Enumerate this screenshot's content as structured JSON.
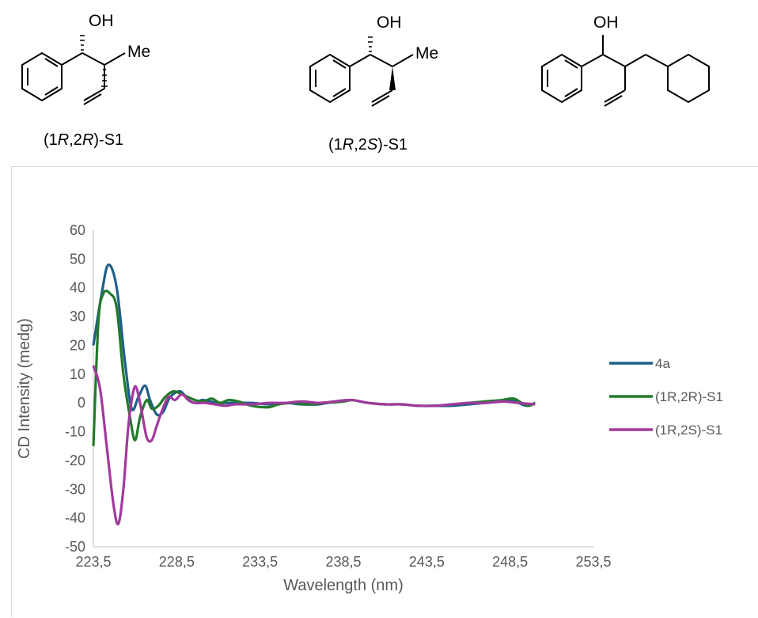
{
  "structures": [
    {
      "label_parts": [
        "(1",
        "R",
        ",2",
        "R",
        ")-S1"
      ],
      "oh": "OH",
      "me": "Me"
    },
    {
      "label_parts": [
        "(1",
        "R",
        ",2",
        "S",
        ")-S1"
      ],
      "oh": "OH",
      "me": "Me"
    },
    {
      "oh": "OH"
    }
  ],
  "chart_data": {
    "type": "line",
    "title": "",
    "xlabel": "Wavelength (nm)",
    "ylabel": "CD Intensity (medg)",
    "xlim": [
      223.5,
      253.5
    ],
    "ylim": [
      -50,
      60
    ],
    "xticks": [
      "223,5",
      "228,5",
      "233,5",
      "238,5",
      "243,5",
      "248,5",
      "253,5"
    ],
    "yticks": [
      "60",
      "50",
      "40",
      "30",
      "20",
      "10",
      "0",
      "-10",
      "-20",
      "-30",
      "-40",
      "-50"
    ],
    "grid": false,
    "legend": "right",
    "series": [
      {
        "name": "4a",
        "color": "#1f5f8b",
        "x": [
          223.5,
          224.0,
          224.4,
          224.9,
          225.4,
          225.8,
          226.2,
          226.6,
          226.9,
          227.3,
          227.7,
          228.1,
          228.7,
          229.2,
          229.6,
          230.0,
          230.5,
          231.0,
          231.5,
          232.0,
          233.0,
          234.0,
          235.0,
          236.0,
          237.0,
          238.0,
          239.0,
          240.0,
          241.0,
          242.0,
          243.0,
          244.0,
          245.0,
          246.0,
          247.0,
          248.0,
          248.5,
          249.0,
          249.5,
          250.0
        ],
        "y": [
          20,
          38,
          48,
          40,
          14,
          -2,
          2,
          6,
          1,
          -4,
          -3,
          2,
          4,
          1,
          0,
          1,
          0.5,
          0,
          0,
          0,
          0,
          -0.5,
          0,
          -0.5,
          -0.5,
          0.5,
          1,
          0,
          -0.5,
          -0.5,
          -1,
          -1,
          -1,
          -0.5,
          0,
          0.5,
          1,
          0,
          -1,
          0
        ]
      },
      {
        "name": "(1R,2R)-S1",
        "color": "#237a2b",
        "x": [
          223.5,
          223.8,
          224.1,
          224.5,
          224.9,
          225.3,
          225.7,
          226.0,
          226.3,
          226.7,
          227.0,
          227.4,
          227.8,
          228.3,
          228.8,
          229.2,
          229.6,
          230.1,
          230.6,
          231.1,
          231.6,
          232.2,
          233.0,
          234.0,
          234.6,
          235.5,
          236.5,
          237.5,
          238.5,
          239.0,
          239.5,
          240.0,
          241.0,
          242.0,
          243.0,
          244.0,
          245.0,
          246.0,
          247.0,
          248.0,
          248.7,
          249.2,
          249.6,
          250.0
        ],
        "y": [
          -15,
          28,
          38,
          38,
          33,
          10,
          -5,
          -13,
          -5,
          1,
          -2,
          -1,
          2,
          4,
          3,
          2,
          1,
          0.5,
          1.5,
          0,
          1,
          0.5,
          -1,
          -1.5,
          -0.5,
          0,
          -0.5,
          0,
          0.5,
          1,
          0.5,
          0,
          -0.5,
          -0.5,
          -1,
          -1,
          -0.5,
          0,
          0.5,
          1,
          1.5,
          0,
          -1,
          0
        ]
      },
      {
        "name": "(1R,2S)-S1",
        "color": "#a2399d",
        "x": [
          223.5,
          223.9,
          224.3,
          224.7,
          225.0,
          225.3,
          225.6,
          225.9,
          226.1,
          226.4,
          226.7,
          227.0,
          227.3,
          227.6,
          228.0,
          228.4,
          228.8,
          229.2,
          229.6,
          230.2,
          230.8,
          231.4,
          232.0,
          233.0,
          234.0,
          235.0,
          236.0,
          237.0,
          238.0,
          239.0,
          240.0,
          241.0,
          242.0,
          243.0,
          244.0,
          245.0,
          246.0,
          247.0,
          248.0,
          249.0,
          250.0
        ],
        "y": [
          13,
          5,
          -15,
          -35,
          -42,
          -30,
          -8,
          4,
          5,
          -3,
          -12,
          -13,
          -8,
          -3,
          2,
          1,
          3,
          1,
          0,
          0,
          -0.5,
          -1,
          -0.5,
          -0.5,
          0,
          0,
          0.5,
          0,
          0.5,
          1,
          0,
          -0.5,
          -0.5,
          -1,
          -1,
          -0.5,
          0,
          0,
          0.5,
          0,
          -0.5
        ]
      }
    ]
  }
}
